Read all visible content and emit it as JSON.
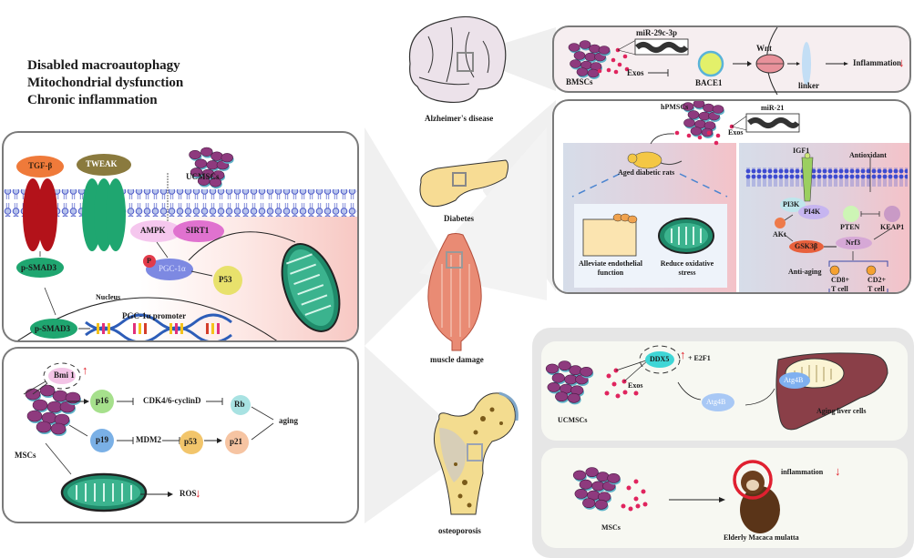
{
  "heading": {
    "lines": [
      "Disabled macroautophagy",
      "Mitochondrial dysfunction",
      "Chronic inflammation"
    ]
  },
  "colors": {
    "cell_purple": "#8e3a7e",
    "cell_shadow": "#5fb3c9",
    "exosome_red": "#e0245e",
    "panel_border": "#7a7a7a",
    "down_arrow_red": "#e0202a",
    "membrane_blue": "#4b58c8",
    "beam_gray": "#eeeeef"
  },
  "panel_pgc1a": {
    "ligand_1": "TGF-β",
    "ligand_2": "TWEAK",
    "cells_label": "UCMSCs",
    "ampk": "AMPK",
    "sirt1": "SIRT1",
    "phospho": "P",
    "pgc1a": "PGC-1α",
    "p53": "P53",
    "psmad3_cyto": "p-SMAD3",
    "psmad3_nuc": "p-SMAD3",
    "nucleus": "Nucleus",
    "promoter": "PGC-1α promoter"
  },
  "panel_msc_aging": {
    "bmi1": "Bmi 1",
    "bmi1_change": "up",
    "cells_label": "MSCs",
    "p16": "p16",
    "cdk": "CDK4/6-cyclinD",
    "rb": "Rb",
    "p19": "p19",
    "mdm2": "MDM2",
    "p53": "p53",
    "p21": "p21",
    "outcome": "aging",
    "ros": "ROS",
    "ros_change": "down"
  },
  "organs": [
    {
      "name": "brain",
      "label": "Alzheimer's disease"
    },
    {
      "name": "pancreas",
      "label": "Diabetes"
    },
    {
      "name": "muscle",
      "label": "muscle damage"
    },
    {
      "name": "bone",
      "label": "osteoporosis"
    }
  ],
  "panel_alzheimer": {
    "cells_label": "BMSCs",
    "mirna": "miR-29c-3p",
    "exos": "Exos",
    "target": "BACE1",
    "wnt": "Wnt",
    "linker": "linker",
    "outcome": "Inflammation",
    "outcome_change": "down"
  },
  "panel_diabetes": {
    "cells_label": "hPMSCs",
    "mirna": "miR-21",
    "exos": "Exos",
    "model": "Aged diabetic rats",
    "effect_1": [
      "Alleviate endothelial",
      "function"
    ],
    "effect_2": [
      "Reduce oxidative",
      "stress"
    ],
    "igf1": "IGF1",
    "antioxidant": "Antioxidant",
    "pi3k": "PI3K",
    "pi4k": "PI4K",
    "pten": "PTEN",
    "keap1": "KEAP1",
    "akt": "AKt",
    "gsk3b": "GSK3β",
    "nrf3": "Nrf3",
    "anti_aging": "Anti-aging",
    "cd8": [
      "CD8+",
      "T cell"
    ],
    "cd2": [
      "CD2+",
      "T cell"
    ]
  },
  "panel_liver": {
    "cells_label": "UCMSCs",
    "exos": "Exos",
    "ddx5": "DDX5",
    "ddx5_change": "up",
    "e2f1": "+ E2F1",
    "atg4b": "Atg4B",
    "atg4b_liver": "Atg4B",
    "outcome": "Aging liver cells"
  },
  "panel_macaque": {
    "cells_label": "MSCs",
    "subject": "Elderly Macaca mulatta",
    "outcome": "inflammation",
    "outcome_change": "down"
  }
}
